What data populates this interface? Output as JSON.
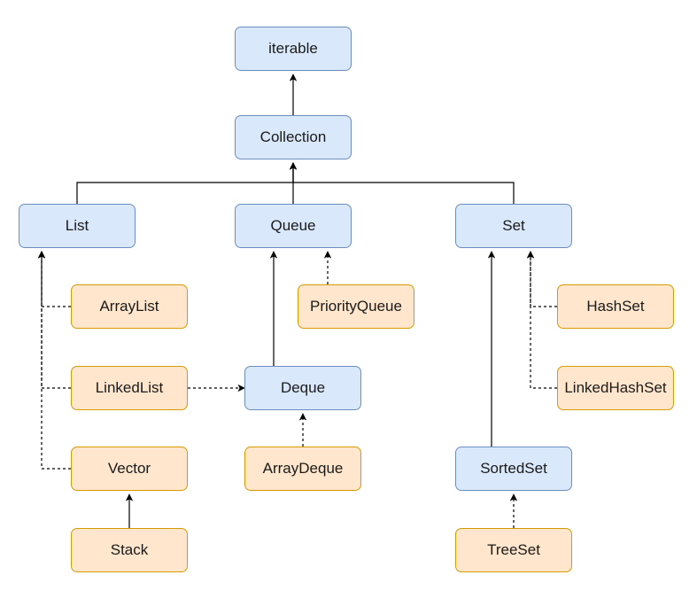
{
  "nodes": {
    "iterable": "iterable",
    "collection": "Collection",
    "list": "List",
    "queue": "Queue",
    "set": "Set",
    "arraylist": "ArrayList",
    "linkedlist": "LinkedList",
    "vector": "Vector",
    "stack": "Stack",
    "priorityqueue": "PriorityQueue",
    "deque": "Deque",
    "arraydeque": "ArrayDeque",
    "hashset": "HashSet",
    "linkedhashset": "LinkedHashSet",
    "sortedset": "SortedSet",
    "treeset": "TreeSet"
  },
  "colors": {
    "interface_fill": "#dae8fc",
    "interface_border": "#6c8ebf",
    "class_fill": "#ffe6cc",
    "class_border": "#d79b00",
    "edge": "#000000"
  },
  "relations": [
    {
      "from": "collection",
      "to": "iterable",
      "kind": "extends"
    },
    {
      "from": "list",
      "to": "collection",
      "kind": "extends"
    },
    {
      "from": "queue",
      "to": "collection",
      "kind": "extends"
    },
    {
      "from": "set",
      "to": "collection",
      "kind": "extends"
    },
    {
      "from": "arraylist",
      "to": "list",
      "kind": "implements"
    },
    {
      "from": "linkedlist",
      "to": "list",
      "kind": "implements"
    },
    {
      "from": "vector",
      "to": "list",
      "kind": "implements"
    },
    {
      "from": "stack",
      "to": "vector",
      "kind": "extends"
    },
    {
      "from": "linkedlist",
      "to": "deque",
      "kind": "implements"
    },
    {
      "from": "deque",
      "to": "queue",
      "kind": "extends"
    },
    {
      "from": "priorityqueue",
      "to": "queue",
      "kind": "implements"
    },
    {
      "from": "arraydeque",
      "to": "deque",
      "kind": "implements"
    },
    {
      "from": "hashset",
      "to": "set",
      "kind": "implements"
    },
    {
      "from": "linkedhashset",
      "to": "set",
      "kind": "implements"
    },
    {
      "from": "sortedset",
      "to": "set",
      "kind": "extends"
    },
    {
      "from": "treeset",
      "to": "sortedset",
      "kind": "implements"
    }
  ]
}
